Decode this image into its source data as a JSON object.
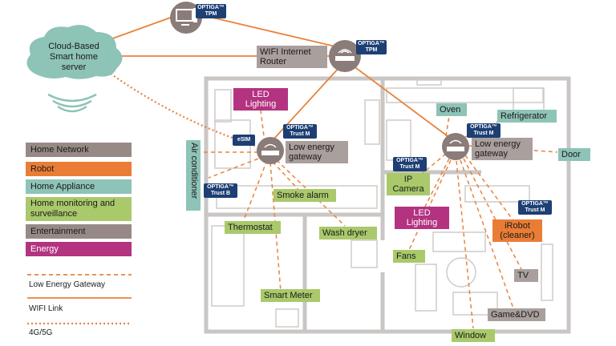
{
  "cloud": {
    "label_line1": "Cloud-Based",
    "label_line2": "Smart home",
    "label_line3": "server"
  },
  "router": {
    "line1": "WIFI Internet",
    "line2": "Router"
  },
  "badges": {
    "tpm_top": {
      "line1": "OPTIGA™",
      "line2": "TPM"
    },
    "tpm_router": {
      "line1": "OPTIGA™",
      "line2": "TPM"
    },
    "trust_m_left": {
      "line1": "OPTIGA™",
      "line2": "Trust M"
    },
    "trust_m_right": {
      "line1": "OPTIGA™",
      "line2": "Trust M"
    },
    "trust_m_camera": {
      "line1": "OPTIGA™",
      "line2": "Trust M"
    },
    "trust_m_irobot": {
      "line1": "OPTIGA™",
      "line2": "Trust M"
    },
    "trust_b": {
      "line1": "OPTIGA™",
      "line2": "Trust B"
    },
    "esim": "eSIM"
  },
  "gateways": {
    "left": {
      "line1": "Low energy",
      "line2": "gateway"
    },
    "right": {
      "line1": "Low energy",
      "line2": "gateway"
    }
  },
  "devices": {
    "led_top": {
      "line1": "LED",
      "line2": "Lighting"
    },
    "led_mid": {
      "line1": "LED",
      "line2": "Lighting"
    },
    "oven": "Oven",
    "refrigerator": "Refrigerator",
    "door": "Door",
    "air_conditioner": "Air conditioner",
    "smoke_alarm": "Smoke alarm",
    "thermostat": "Thermostat",
    "wash_dryer": "Wash dryer",
    "smart_meter": "Smart Meter",
    "ip_camera": {
      "line1": "IP",
      "line2": "Camera"
    },
    "fans": "Fans",
    "irobot": {
      "line1": "iRobot",
      "line2": "(cleaner)"
    },
    "tv": "TV",
    "game_dvd": "Game&DVD",
    "window": "Window"
  },
  "legend": {
    "categories": [
      {
        "label": "Home Network",
        "color": "#978a86"
      },
      {
        "label": "Robot",
        "color": "#ea7d35"
      },
      {
        "label": "Home Appliance",
        "color": "#8ec3b7"
      },
      {
        "label": "Home monitoring and surveillance",
        "color": "#a9c96b"
      },
      {
        "label": "Entertainment",
        "color": "#978a86"
      },
      {
        "label": "Energy",
        "color": "#b33381"
      }
    ],
    "lines": [
      {
        "label": "Low Energy Gateway",
        "style": "dashed"
      },
      {
        "label": "WIFI Link",
        "style": "solid"
      },
      {
        "label": "4G/5G",
        "style": "dotted"
      }
    ]
  },
  "colors": {
    "link": "#e8833d",
    "wall": "#c9c6c4",
    "node": "#8a7c78"
  }
}
